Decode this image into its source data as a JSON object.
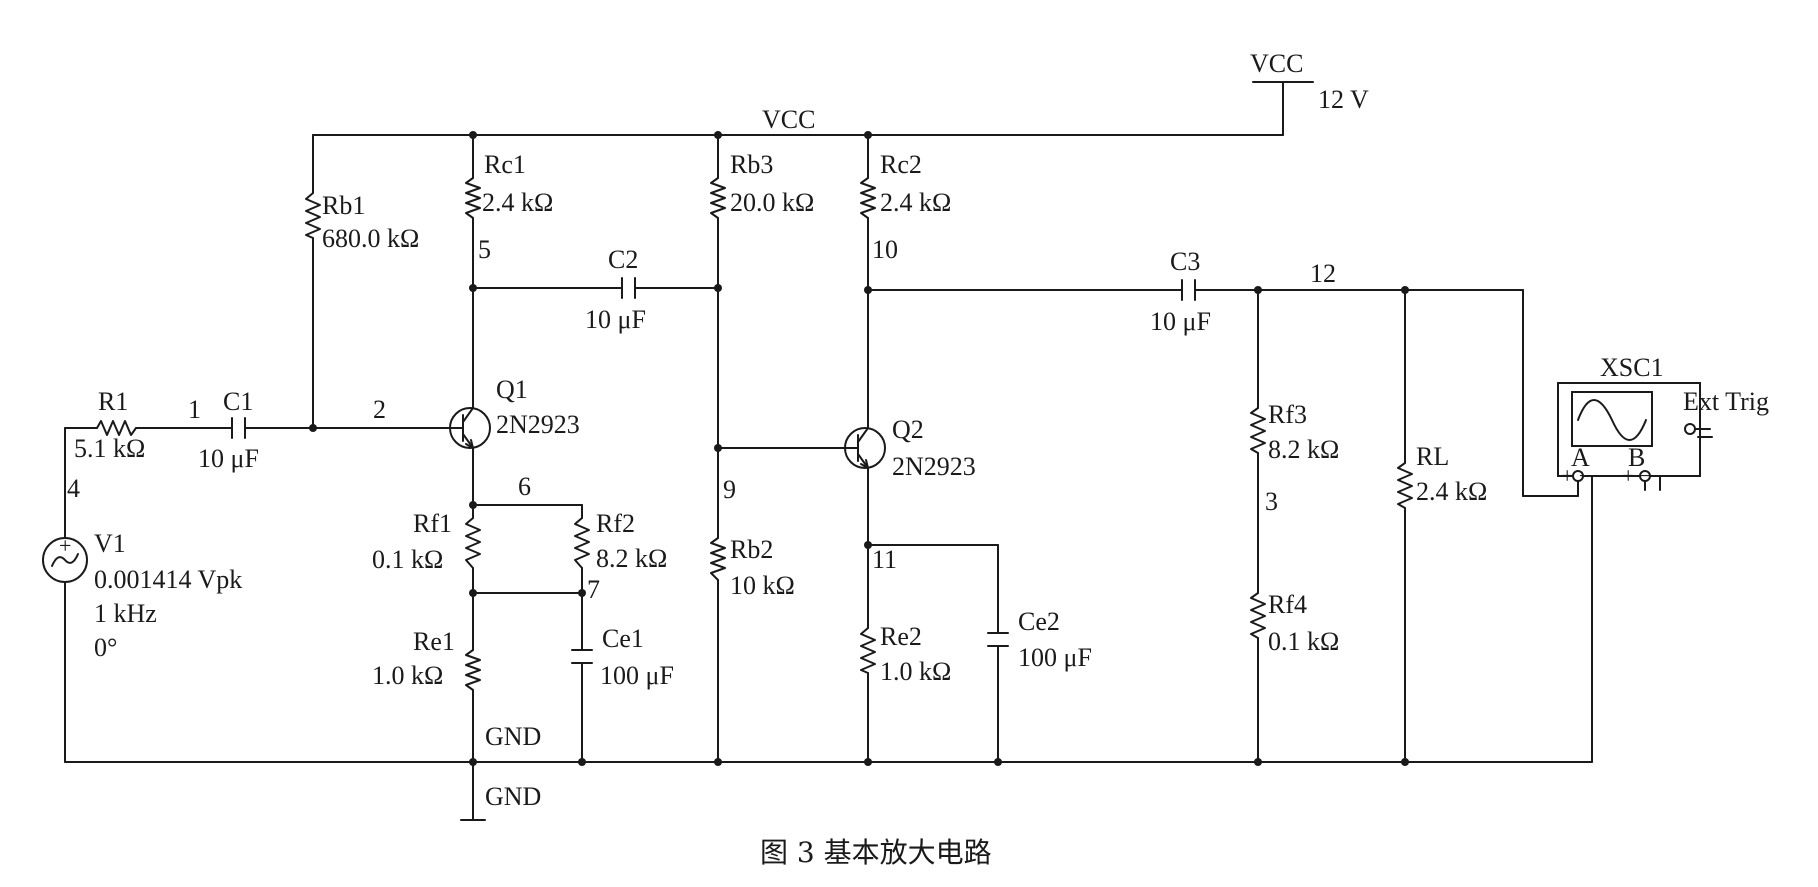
{
  "caption": "图 3   基本放大电路",
  "supply": {
    "net": "VCC",
    "label": "VCC",
    "voltage": "12 V"
  },
  "bus_label": "VCC",
  "ground_label": "GND",
  "source": {
    "ref": "V1",
    "amplitude": "0.001414 Vpk",
    "frequency": "1 kHz",
    "phase": "0°"
  },
  "resistors": {
    "R1": {
      "ref": "R1",
      "value": "5.1 kΩ"
    },
    "Rb1": {
      "ref": "Rb1",
      "value": "680.0 kΩ"
    },
    "Rc1": {
      "ref": "Rc1",
      "value": "2.4 kΩ"
    },
    "Rb3": {
      "ref": "Rb3",
      "value": "20.0 kΩ"
    },
    "Rc2": {
      "ref": "Rc2",
      "value": "2.4 kΩ"
    },
    "Rf1": {
      "ref": "Rf1",
      "value": "0.1 kΩ"
    },
    "Rf2": {
      "ref": "Rf2",
      "value": "8.2 kΩ"
    },
    "Re1": {
      "ref": "Re1",
      "value": "1.0 kΩ"
    },
    "Rb2": {
      "ref": "Rb2",
      "value": "10 kΩ"
    },
    "Re2": {
      "ref": "Re2",
      "value": "1.0 kΩ"
    },
    "Rf3": {
      "ref": "Rf3",
      "value": "8.2 kΩ"
    },
    "Rf4": {
      "ref": "Rf4",
      "value": "0.1 kΩ"
    },
    "RL": {
      "ref": "RL",
      "value": "2.4 kΩ"
    }
  },
  "capacitors": {
    "C1": {
      "ref": "C1",
      "value": "10 μF"
    },
    "C2": {
      "ref": "C2",
      "value": "10 μF"
    },
    "C3": {
      "ref": "C3",
      "value": "10 μF"
    },
    "Ce1": {
      "ref": "Ce1",
      "value": "100 μF"
    },
    "Ce2": {
      "ref": "Ce2",
      "value": "100 μF"
    }
  },
  "transistors": {
    "Q1": {
      "ref": "Q1",
      "model": "2N2923"
    },
    "Q2": {
      "ref": "Q2",
      "model": "2N2923"
    }
  },
  "nodes": {
    "n1": "1",
    "n2": "2",
    "n3": "3",
    "n4": "4",
    "n5": "5",
    "n6": "6",
    "n7": "7",
    "n9": "9",
    "n10": "10",
    "n11": "11",
    "n12": "12"
  },
  "scope": {
    "ref": "XSC1",
    "ext_trig": "Ext Trig",
    "ch_a": "A",
    "ch_b": "B",
    "plus": "+",
    "minus": "−",
    "plus_minus": "+ −"
  }
}
